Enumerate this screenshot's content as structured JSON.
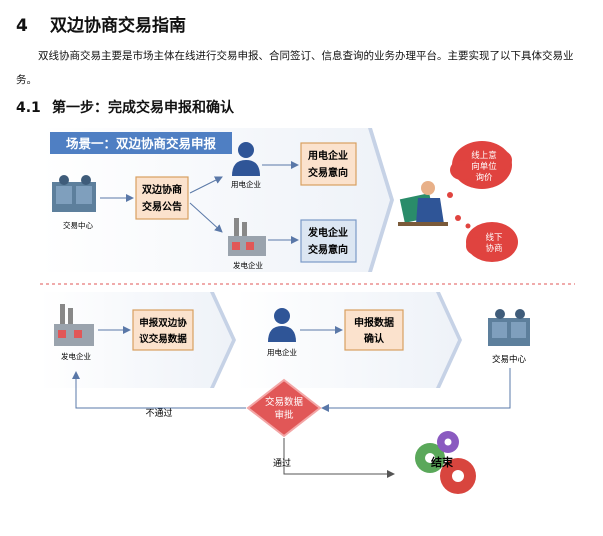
{
  "section": {
    "number": "4",
    "title": "双边协商交易指南"
  },
  "intro": "双线协商交易主要是市场主体在线进行交易申报、合同签订、信息查询的业务办理平台。主要实现了以下具体交易业务。",
  "subsection": {
    "number": "4.1",
    "title": "第一步：完成交易申报和确认"
  },
  "diagram": {
    "scenario_banner": "场景一：双边协商交易申报",
    "trading_center": "交易中心",
    "announcement": [
      "双边协商",
      "交易公告"
    ],
    "power_user": "用电企业",
    "power_generator": "发电企业",
    "user_intent": [
      "用电企业",
      "交易意向"
    ],
    "generator_intent": [
      "发电企业",
      "交易意向"
    ],
    "cloud_online": [
      "线上意",
      "向单位",
      "询价"
    ],
    "cloud_offline": [
      "线下",
      "协商"
    ],
    "declare_data": [
      "申报双边协",
      "议交易数据"
    ],
    "confirm_data": [
      "申报数据",
      "确认"
    ],
    "trading_center_2": "交易中心",
    "review": [
      "交易数据",
      "审批"
    ],
    "reject": "不通过",
    "pass": "通过",
    "end": "结束"
  },
  "colors": {
    "banner": "#4f7fc3",
    "note_fill": "#fbe2cd",
    "blue_note_fill": "#dce6f2",
    "diamond": "#e15757",
    "cloud": "#e0433f"
  }
}
